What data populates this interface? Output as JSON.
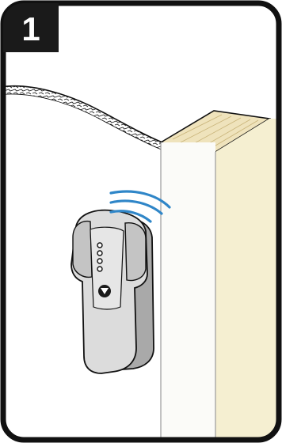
{
  "step": {
    "number": "1"
  },
  "colors": {
    "frame": "#111111",
    "badge": "#1a1a1a",
    "drywall_surface": "#ffffff",
    "stud_front": "#fbfbf8",
    "stud_side": "#f5efd1",
    "stud_top": "#efe3bc",
    "stud_lines": "#9a9a9a",
    "device_body": "#dcdcdc",
    "device_shadow": "#a9a9a9",
    "signal_waves": "#2f86c8"
  },
  "icons": {
    "device": "stud-finder",
    "signal": "wireless-signal"
  }
}
